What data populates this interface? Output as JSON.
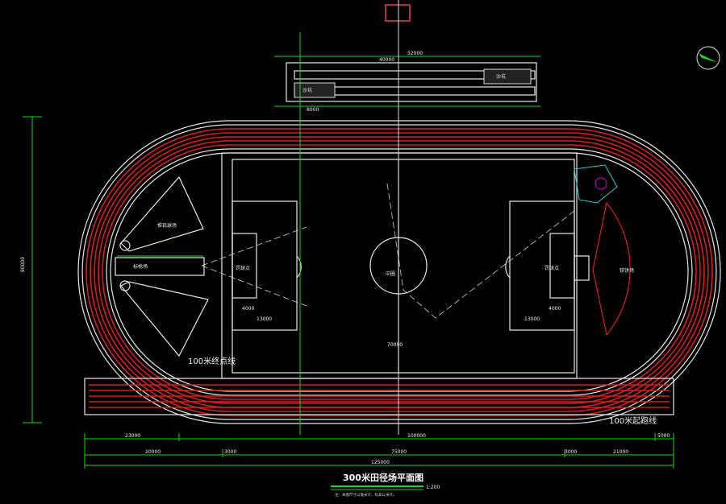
{
  "drawing": {
    "title": "300米田径场平面图",
    "scale": "1:200",
    "note": "注：本图尺寸以毫米计，标高以米计。",
    "labels": {
      "finish_line": "100米终点线",
      "start_line": "100米起跑线",
      "sand_pit_left": "沙坑",
      "sand_pit_right": "沙坑",
      "center_circle": "中圈",
      "penalty_left": "罚球点",
      "penalty_right": "罚球点",
      "shot_put": "推铅球场",
      "javelin": "标枪场",
      "discus": "铁饼场"
    },
    "dimensions": {
      "bottom_row1": [
        "23000",
        "100000",
        "5000"
      ],
      "bottom_row2": [
        "20000",
        "3000",
        "75000",
        "3000",
        "21000"
      ],
      "bottom_total": "125000",
      "field_width": "70000",
      "penalty_width": "13000",
      "goal_area": "4000",
      "jump_total": "52000",
      "jump_runway": "40000",
      "pit_len": "8000",
      "left_total": "80000"
    },
    "colors": {
      "background": "#000000",
      "track": "#d42020",
      "dimension": "#1fd11f",
      "line": "#e8e8e8"
    }
  }
}
